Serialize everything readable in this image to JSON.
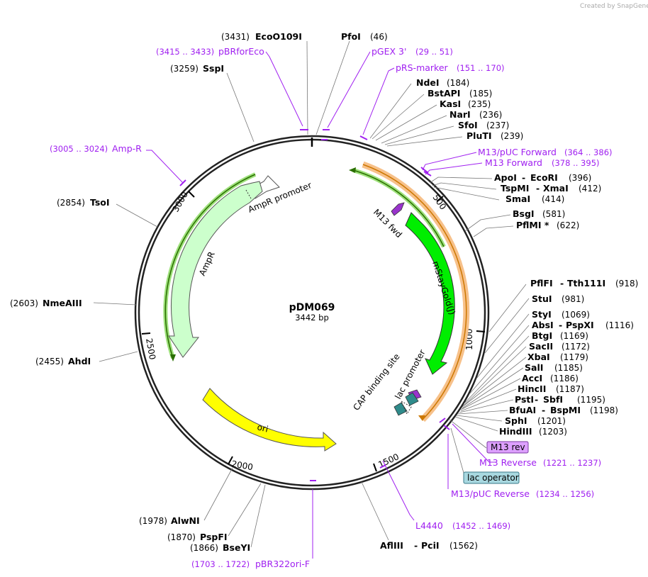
{
  "credit": "Created by SnapGene",
  "map": {
    "name": "pDM069",
    "length": "3442 bp"
  },
  "ticks": [
    "500",
    "1000",
    "1500",
    "2000",
    "2500",
    "3000"
  ],
  "features": [
    {
      "id": "ampr_promoter",
      "label": "AmpR promoter",
      "color": "#ffffff"
    },
    {
      "id": "ampr",
      "label": "AmpR",
      "color": "#ccffcc"
    },
    {
      "id": "m13fwd",
      "label": "M13 fwd",
      "color": "#9933cc"
    },
    {
      "id": "mstaygold",
      "label": "mStayGold(J)",
      "color": "#00ee00"
    },
    {
      "id": "lacpromoter",
      "label": "lac promoter",
      "color": "#2f8b8b"
    },
    {
      "id": "cap",
      "label": "CAP binding site",
      "color": "#2f8b8b"
    },
    {
      "id": "ori",
      "label": "ori",
      "color": "#ffff00"
    }
  ],
  "sites": [
    {
      "name": "EcoO109I",
      "pos": "(3431)"
    },
    {
      "name": "PfoI",
      "pos": "(46)"
    },
    {
      "name": "SspI",
      "pos": "(3259)"
    },
    {
      "name": "NdeI",
      "pos": "(184)"
    },
    {
      "name": "BstAPI",
      "pos": "(185)"
    },
    {
      "name": "KasI",
      "pos": "(235)"
    },
    {
      "name": "NarI",
      "pos": "(236)"
    },
    {
      "name": "SfoI",
      "pos": "(237)"
    },
    {
      "name": "PluTI",
      "pos": "(239)"
    },
    {
      "name": "ApoI",
      "name2": "EcoRI",
      "pos": "(396)"
    },
    {
      "name": "TspMI",
      "name2": "XmaI",
      "pos": "(412)"
    },
    {
      "name": "SmaI",
      "pos": "(414)"
    },
    {
      "name": "BsgI",
      "pos": "(581)"
    },
    {
      "name": "PflMI *",
      "pos": "(622)"
    },
    {
      "name": "TsoI",
      "pos": "(2854)"
    },
    {
      "name": "NmeAIII",
      "pos": "(2603)"
    },
    {
      "name": "AhdI",
      "pos": "(2455)"
    },
    {
      "name": "PflFI",
      "name2": "Tth111I",
      "pos": "(918)"
    },
    {
      "name": "StuI",
      "pos": "(981)"
    },
    {
      "name": "StyI",
      "pos": "(1069)"
    },
    {
      "name": "AbsI",
      "name2": "PspXI",
      "pos": "(1116)"
    },
    {
      "name": "BtgI",
      "pos": "(1169)"
    },
    {
      "name": "SacII",
      "pos": "(1172)"
    },
    {
      "name": "XbaI",
      "pos": "(1179)"
    },
    {
      "name": "SalI",
      "pos": "(1185)"
    },
    {
      "name": "AccI",
      "pos": "(1186)"
    },
    {
      "name": "HincII",
      "pos": "(1187)"
    },
    {
      "name": "PstI",
      "name2": "SbfI",
      "pos": "(1195)"
    },
    {
      "name": "BfuAI",
      "name2": "BspMI",
      "pos": "(1198)"
    },
    {
      "name": "SphI",
      "pos": "(1201)"
    },
    {
      "name": "HindIII",
      "pos": "(1203)"
    },
    {
      "name": "AlwNI",
      "pos": "(1978)"
    },
    {
      "name": "PspFI",
      "pos": "(1870)"
    },
    {
      "name": "BseYI",
      "pos": "(1866)"
    },
    {
      "name": "AflIII",
      "name2": "PciI",
      "pos": "(1562)"
    }
  ],
  "primers": [
    {
      "label": "pBRforEco",
      "range": "(3415 .. 3433)"
    },
    {
      "label": "pGEX 3'",
      "range": "(29 .. 51)"
    },
    {
      "label": "pRS-marker",
      "range": "(151 .. 170)"
    },
    {
      "label": "M13/pUC Forward",
      "range": "(364 .. 386)"
    },
    {
      "label": "M13 Forward",
      "range": "(378 .. 395)"
    },
    {
      "label": "Amp-R",
      "range": "(3005 .. 3024)"
    },
    {
      "label": "M13 Reverse",
      "range": "(1221 .. 1237)"
    },
    {
      "label": "M13/pUC Reverse",
      "range": "(1234 .. 1256)"
    },
    {
      "label": "L4440",
      "range": "(1452 .. 1469)"
    },
    {
      "label": "pBR322ori-F",
      "range": "(1703 .. 1722)"
    }
  ],
  "boxes": [
    {
      "label": "M13 rev",
      "color": "#dda0ff"
    },
    {
      "label": "lac operator",
      "color": "#a8d8e0"
    }
  ]
}
